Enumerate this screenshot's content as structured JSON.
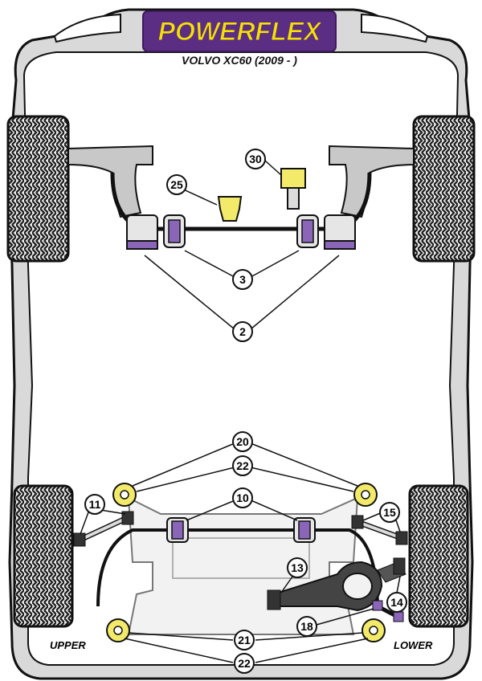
{
  "header": {
    "brand": "POWERFLEX",
    "model": "VOLVO XC60 (2009 - )"
  },
  "colors": {
    "brand_purple": "#5b2d83",
    "brand_yellow": "#f5e100",
    "bush_purple": "#8b66b8",
    "bush_yellow": "#f3ea6a",
    "body_gray": "#d4d4d4",
    "arm_gray": "#bcbcbc"
  },
  "callouts": {
    "c2": "2",
    "c3": "3",
    "c10": "10",
    "c11": "11",
    "c13": "13",
    "c14": "14",
    "c15": "15",
    "c18": "18",
    "c20": "20",
    "c21": "21",
    "c22a": "22",
    "c22b": "22",
    "c25": "25",
    "c30": "30"
  },
  "labels": {
    "upper": "UPPER",
    "lower": "LOWER"
  }
}
